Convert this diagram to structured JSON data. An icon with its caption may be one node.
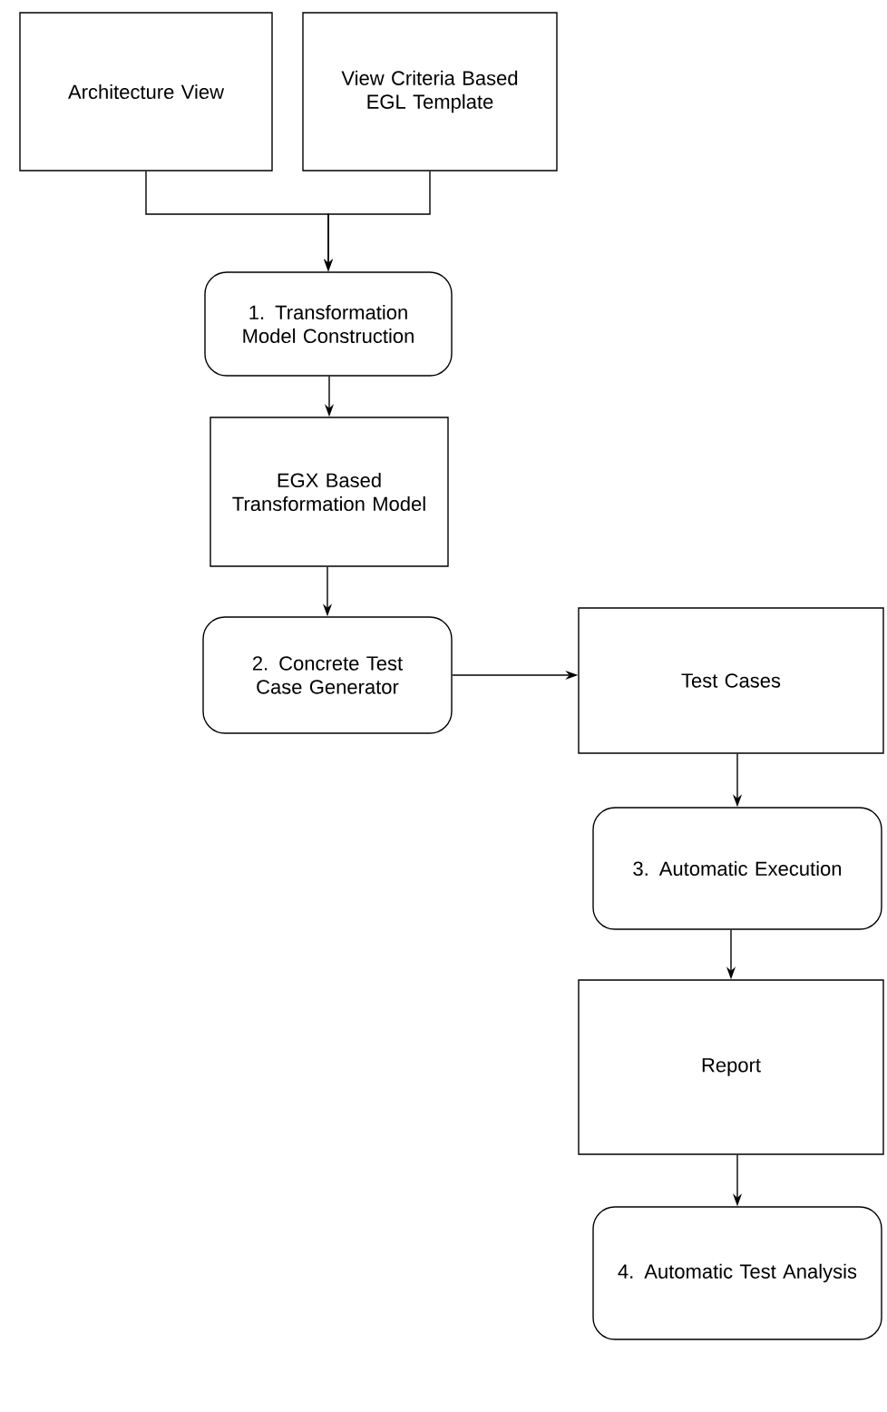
{
  "diagram": {
    "nodes": [
      {
        "text": [
          "Architecture View"
        ]
      },
      {
        "text": [
          "View Criteria Based EGL Template"
        ]
      },
      {
        "text": [
          "1. Transformation Model Construction"
        ]
      },
      {
        "text": [
          "EGX Based Transformation Model"
        ]
      },
      {
        "text": [
          "2. Concrete Test Case Generator"
        ]
      },
      {
        "text": [
          "Test Cases"
        ]
      },
      {
        "text": [
          "3. Automatic Execution"
        ]
      },
      {
        "text": [
          "Report"
        ]
      },
      {
        "text": [
          "4. Automatic Test Analysis"
        ]
      }
    ],
    "edges": [
      {
        "from": 0,
        "to": 2,
        "arrow": "to"
      },
      {
        "from": 1,
        "to": 2,
        "arrow": "to"
      },
      {
        "from": 2,
        "to": 3,
        "arrow": "to"
      },
      {
        "from": 3,
        "to": 4,
        "arrow": "to"
      },
      {
        "from": 4,
        "to": 5,
        "arrow": "to"
      },
      {
        "from": 5,
        "to": 6,
        "arrow": "to"
      },
      {
        "from": 6,
        "to": 7,
        "arrow": "to"
      },
      {
        "from": 7,
        "to": 8,
        "arrow": "to"
      }
    ]
  }
}
